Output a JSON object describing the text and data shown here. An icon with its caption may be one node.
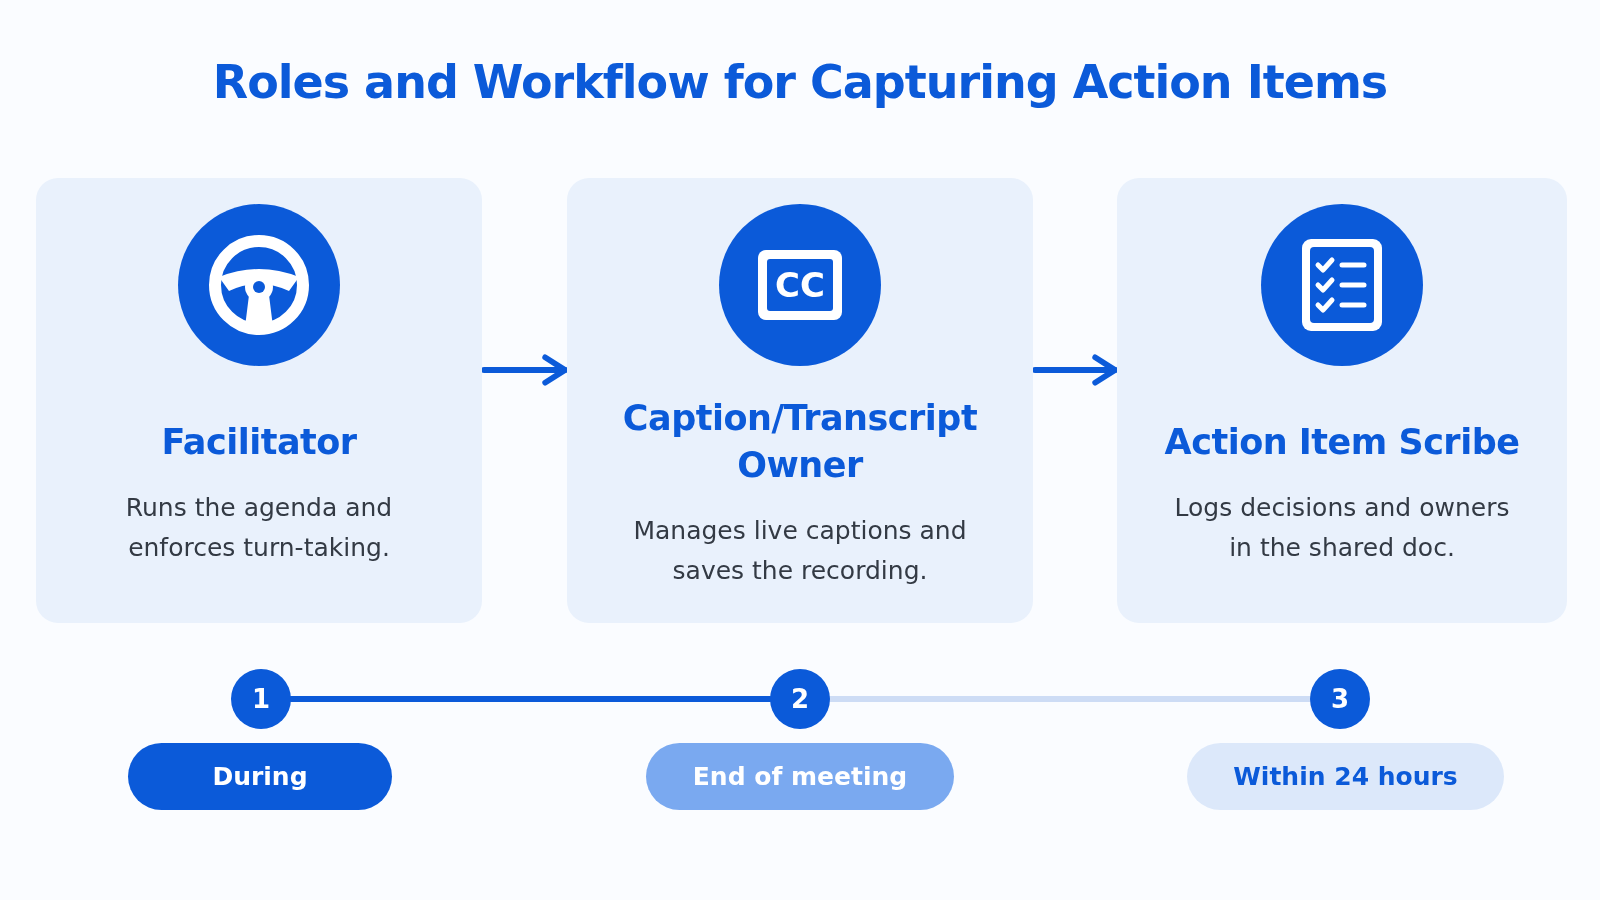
{
  "diagram": {
    "title": "Roles and Workflow for Capturing Action Items",
    "nodes": [
      {
        "text": [
          "Facilitator",
          "Runs the agenda and enforces turn-taking."
        ]
      },
      {
        "text": [
          "Caption/Transcript Owner",
          "Manages live captions and saves the recording."
        ]
      },
      {
        "text": [
          "Action Item Scribe",
          "Logs decisions and owners in the shared doc."
        ]
      },
      {
        "text": [
          "1"
        ]
      },
      {
        "text": [
          "2"
        ]
      },
      {
        "text": [
          "3"
        ]
      },
      {
        "text": [
          "During"
        ]
      },
      {
        "text": [
          "End of meeting"
        ]
      },
      {
        "text": [
          "Within 24 hours"
        ]
      }
    ],
    "edges": [
      {
        "from": 0,
        "to": 1,
        "arrow": "to"
      },
      {
        "from": 1,
        "to": 2,
        "arrow": "to"
      },
      {
        "from": 3,
        "to": 4,
        "arrow": "none"
      },
      {
        "from": 4,
        "to": 5,
        "arrow": "none",
        "color": "#cddcf5"
      }
    ],
    "labels": [
      "CC"
    ]
  }
}
